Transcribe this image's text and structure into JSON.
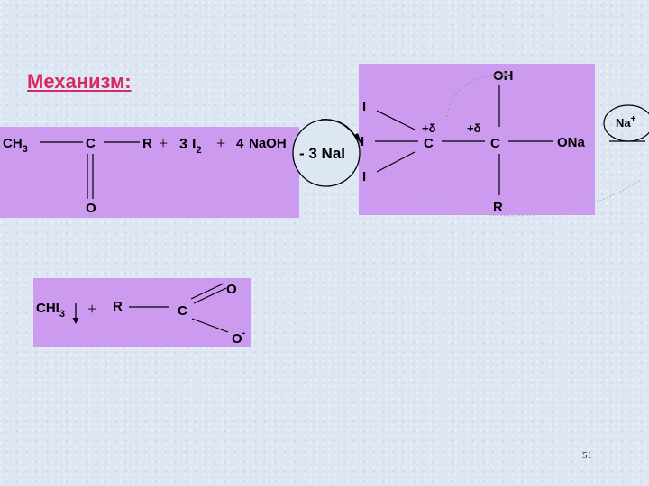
{
  "title": "Механизм:",
  "reaction1": {
    "ch3": "CH",
    "ch3_sub": "3",
    "c": "C",
    "r": "R",
    "plus1": "+",
    "coef_i2": "3",
    "i2": "I",
    "i2_sub": "2",
    "plus2": "+",
    "coef_naoh": "4",
    "naoh": "NaOH",
    "o": "O"
  },
  "circle_label": "- 3 NaI",
  "intermediate": {
    "oh": "OH",
    "i_top": "I",
    "i_mid": "I",
    "i_bot": "I",
    "delta1": "+δ",
    "delta2": "+δ",
    "c1": "C",
    "c2": "C",
    "ona": "ONa",
    "r": "R"
  },
  "na_plus": "Na",
  "na_plus_sup": "+",
  "products": {
    "chi3": "CHI",
    "chi3_sub": "3",
    "plus": "+",
    "r": "R",
    "c": "C",
    "o_top": "O",
    "o_bot": "O",
    "o_bot_sup": "-"
  },
  "page_number": "51"
}
